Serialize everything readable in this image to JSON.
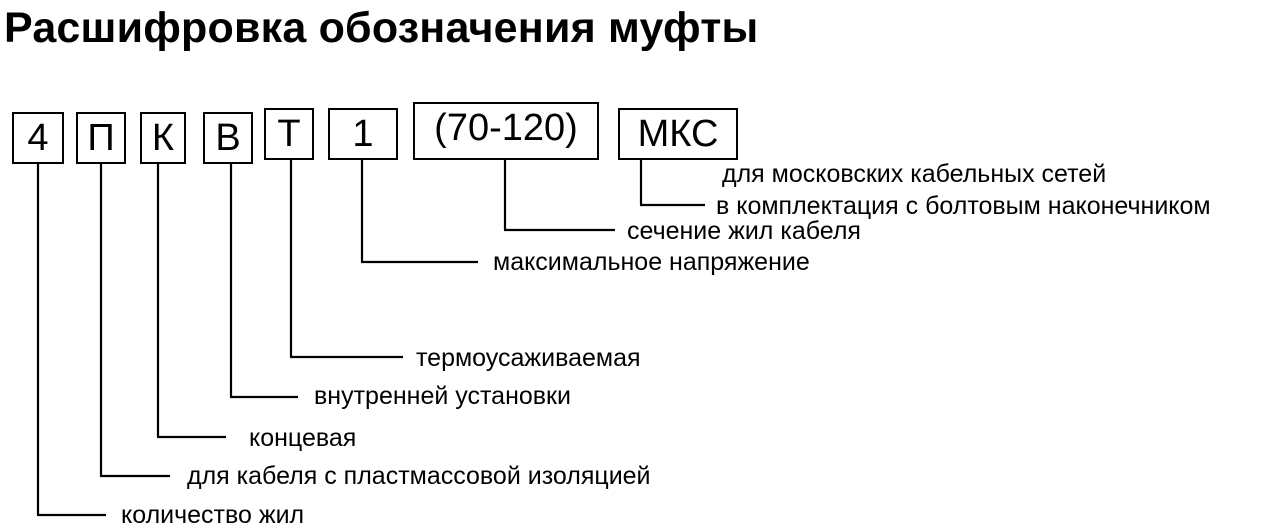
{
  "title": "Расшифровка обозначения муфты",
  "codes": [
    "4",
    "П",
    "К",
    "В",
    "Т",
    "1",
    "(70-120)",
    "МКС"
  ],
  "labels": [
    "для московских кабельных сетей",
    "в комплектация с болтовым наконечником",
    "сечение жил кабеля",
    "максимальное напряжение",
    "термоусаживаемая",
    "внутренней установки",
    "концевая",
    "для кабеля с пластмассовой изоляцией",
    "количество жил"
  ]
}
